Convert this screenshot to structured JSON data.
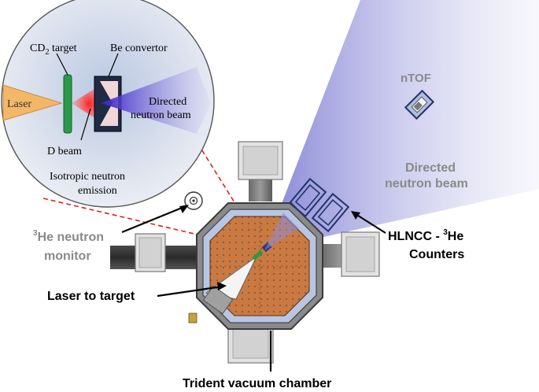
{
  "inset": {
    "cd2_target": "CD",
    "cd2_subscript": "2",
    "cd2_suffix": " target",
    "be_convertor": "Be convertor",
    "laser": "Laser",
    "directed_line1": "Directed",
    "directed_line2": "neutron beam",
    "d_beam": "D beam",
    "isotropic_line1": "Isotropic neutron",
    "isotropic_line2": "emission"
  },
  "labels": {
    "ntof": "nTOF",
    "directed_beam_line1": "Directed",
    "directed_beam_line2": "neutron beam",
    "he_monitor_sup": "3",
    "he_monitor_line1": "He neutron",
    "he_monitor_line2": "monitor",
    "hlncc_prefix": "HLNCC - ",
    "hlncc_sup": "3",
    "hlncc_suffix": "He",
    "hlncc_line2": "Counters",
    "laser_to_target": "Laser to target",
    "trident": "Trident vacuum chamber"
  },
  "colors": {
    "beam": "#8080d0",
    "chamber_floor": "#c8773f",
    "label_gray": "#8a8a8a",
    "label_black": "#000000",
    "laser_cone": "#f4b76a",
    "target_green": "#2a9a4a",
    "d_beam_red": "#e8202a",
    "dashed_red": "#e02020"
  }
}
